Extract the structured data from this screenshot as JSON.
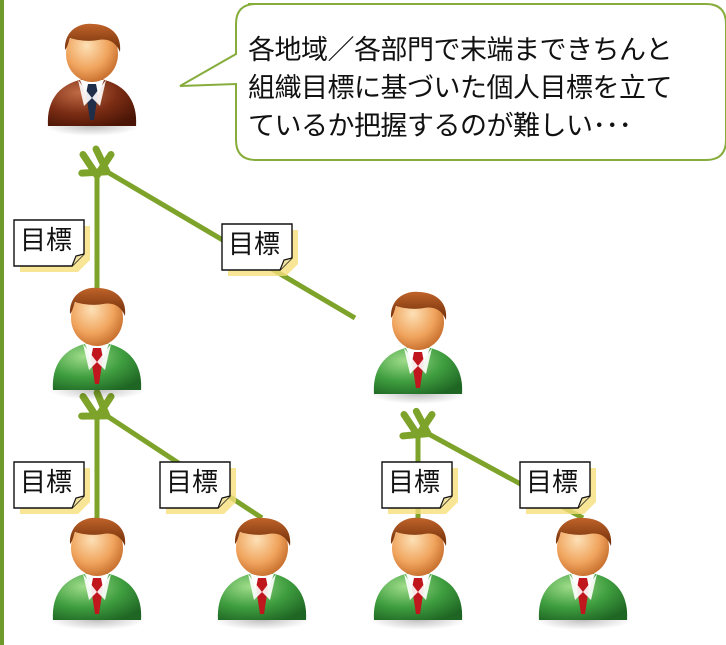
{
  "speech_bubble": {
    "text": "各地域／各部門で末端まできちんと\n組織目標に基づいた個人目標を立て\nているか把握するのが難しい･･･"
  },
  "goal_label": "目標",
  "colors": {
    "arrow": "#7ea32a",
    "bubble_border": "#86ad3c",
    "note_fill": "#ffffff",
    "note_fold": "#f2e3a0",
    "note_shadow": "#f6df7c",
    "manager_suit": "#7a2e15",
    "staff_suit": "#3b9a3b",
    "tie_red": "#c0161e",
    "manager_tie": "#1f2f4a",
    "hair": "#8a3b0f",
    "skin": "#f1a764"
  },
  "people": [
    {
      "id": "manager",
      "role": "manager-icon"
    },
    {
      "id": "mid-left",
      "role": "staff-icon"
    },
    {
      "id": "mid-right",
      "role": "staff-icon"
    },
    {
      "id": "bottom-1",
      "role": "staff-icon"
    },
    {
      "id": "bottom-2",
      "role": "staff-icon"
    },
    {
      "id": "bottom-3",
      "role": "staff-icon"
    },
    {
      "id": "bottom-4",
      "role": "staff-icon"
    }
  ]
}
